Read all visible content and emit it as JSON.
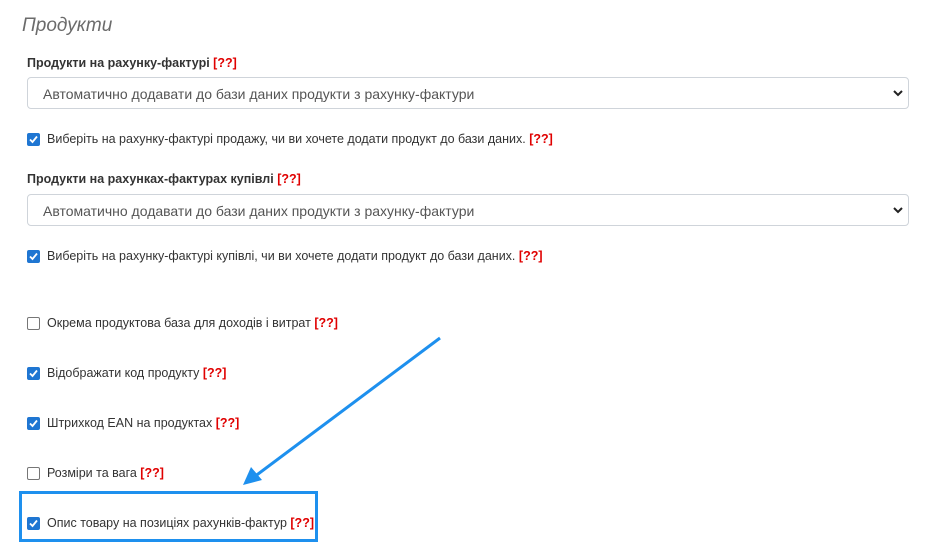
{
  "page": {
    "title": "Продукти"
  },
  "help_marker": "[??]",
  "sales_invoice": {
    "label": "Продукти на рахунку-фактурі",
    "select_value": "Автоматично додавати до бази даних продукти з рахунку-фактури",
    "checkbox_label": "Виберіть на рахунку-фактурі продажу, чи ви хочете додати продукт до бази даних.",
    "checked": true
  },
  "purchase_invoice": {
    "label": "Продукти на рахунках-фактурах купівлі",
    "select_value": "Автоматично додавати до бази даних продукти з рахунку-фактури",
    "checkbox_label": "Виберіть на рахунку-фактурі купівлі, чи ви хочете додати продукт до бази даних.",
    "checked": true
  },
  "options": [
    {
      "label": "Окрема продуктова база для доходів і витрат",
      "checked": false
    },
    {
      "label": "Відображати код продукту",
      "checked": true
    },
    {
      "label": "Штрихкод EAN на продуктах",
      "checked": true
    },
    {
      "label": "Розміри та вага",
      "checked": false
    },
    {
      "label": "Опис товару на позиціях рахунків-фактур",
      "checked": true
    }
  ],
  "colors": {
    "accent": "#1f76d2",
    "help": "#e00000",
    "annotation": "#1e90ee"
  }
}
